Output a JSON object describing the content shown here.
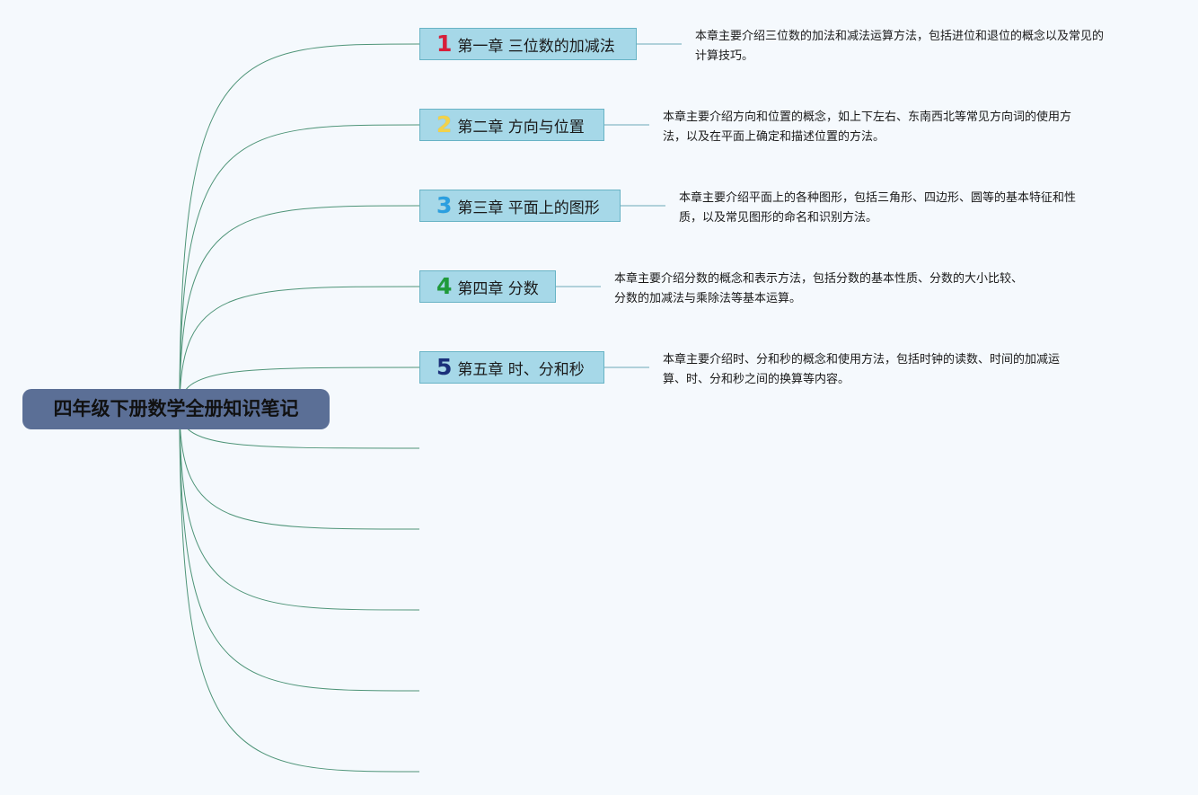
{
  "root": {
    "title": "四年级下册数学全册知识笔记"
  },
  "colors": {
    "background": "#f5f9fd",
    "root_fill": "#5b6f96",
    "chapter_fill": "#a6d8e8",
    "chapter_border": "#68b3c5",
    "connector": "#4e9478"
  },
  "chapters": [
    {
      "number": "1",
      "number_color": "#d81e3a",
      "title": "第一章 三位数的加减法",
      "description_lines": [
        "本章主要介绍三位数的加法和减法运算方法，包括进位和退位的概念以及常见的",
        "计算技巧。"
      ]
    },
    {
      "number": "2",
      "number_color": "#f2d24a",
      "title": "第二章 方向与位置",
      "description_lines": [
        "本章主要介绍方向和位置的概念，如上下左右、东南西北等常见方向词的使用方",
        "法，以及在平面上确定和描述位置的方法。"
      ]
    },
    {
      "number": "3",
      "number_color": "#2b9fe0",
      "title": "第三章 平面上的图形",
      "description_lines": [
        "本章主要介绍平面上的各种图形，包括三角形、四边形、圆等的基本特征和性",
        "质，以及常见图形的命名和识别方法。"
      ]
    },
    {
      "number": "4",
      "number_color": "#1f9a3a",
      "title": "第四章 分数",
      "description_lines": [
        "本章主要介绍分数的概念和表示方法，包括分数的基本性质、分数的大小比较、",
        "分数的加减法与乘除法等基本运算。"
      ]
    },
    {
      "number": "5",
      "number_color": "#1a2f7a",
      "title": "第五章 时、分和秒",
      "description_lines": [
        "本章主要介绍时、分和秒的概念和使用方法，包括时钟的读数、时间的加减运",
        "算、时、分和秒之间的换算等内容。"
      ]
    }
  ]
}
